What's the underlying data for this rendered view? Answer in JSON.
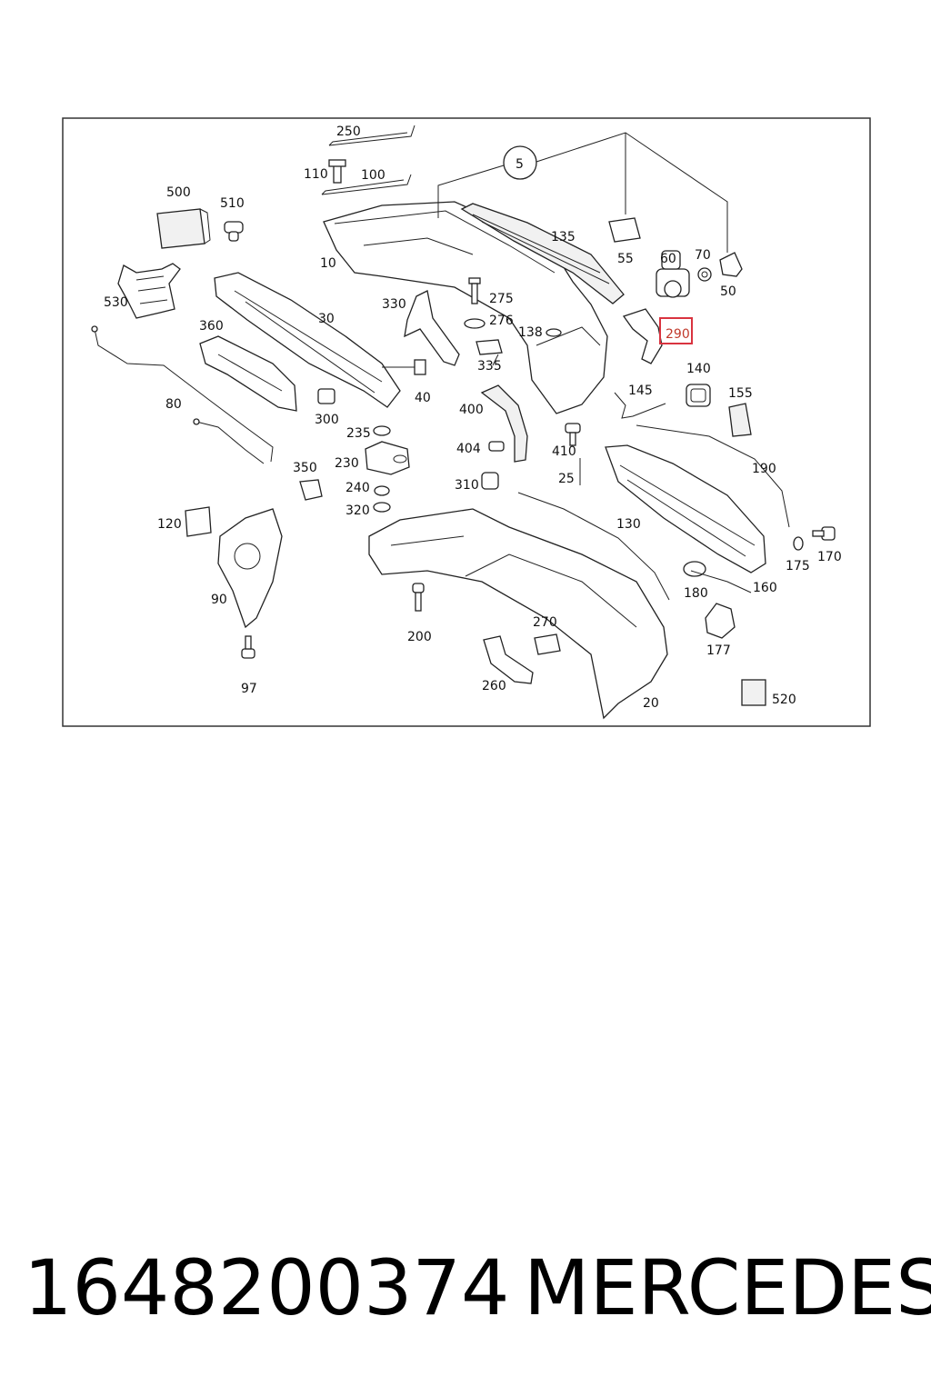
{
  "diagram": {
    "highlight_color": "#d9333f",
    "callouts": [
      {
        "id": "p250",
        "text": "250"
      },
      {
        "id": "p110",
        "text": "110"
      },
      {
        "id": "p100",
        "text": "100"
      },
      {
        "id": "p5",
        "text": "5"
      },
      {
        "id": "p500",
        "text": "500"
      },
      {
        "id": "p510",
        "text": "510"
      },
      {
        "id": "p10",
        "text": "10"
      },
      {
        "id": "p135",
        "text": "135"
      },
      {
        "id": "p55",
        "text": "55"
      },
      {
        "id": "p60",
        "text": "60"
      },
      {
        "id": "p70",
        "text": "70"
      },
      {
        "id": "p50",
        "text": "50"
      },
      {
        "id": "p530",
        "text": "530"
      },
      {
        "id": "p330",
        "text": "330"
      },
      {
        "id": "p275",
        "text": "275"
      },
      {
        "id": "p276",
        "text": "276"
      },
      {
        "id": "p30",
        "text": "30"
      },
      {
        "id": "p360",
        "text": "360"
      },
      {
        "id": "p138",
        "text": "138"
      },
      {
        "id": "p290",
        "text": "290",
        "highlighted": true
      },
      {
        "id": "p335",
        "text": "335"
      },
      {
        "id": "p140",
        "text": "140"
      },
      {
        "id": "p80",
        "text": "80"
      },
      {
        "id": "p40",
        "text": "40"
      },
      {
        "id": "p145",
        "text": "145"
      },
      {
        "id": "p155",
        "text": "155"
      },
      {
        "id": "p400",
        "text": "400"
      },
      {
        "id": "p300",
        "text": "300"
      },
      {
        "id": "p235",
        "text": "235"
      },
      {
        "id": "p404",
        "text": "404"
      },
      {
        "id": "p410",
        "text": "410"
      },
      {
        "id": "p230",
        "text": "230"
      },
      {
        "id": "p190",
        "text": "190"
      },
      {
        "id": "p350",
        "text": "350"
      },
      {
        "id": "p25",
        "text": "25"
      },
      {
        "id": "p240",
        "text": "240"
      },
      {
        "id": "p310",
        "text": "310"
      },
      {
        "id": "p320",
        "text": "320"
      },
      {
        "id": "p120",
        "text": "120"
      },
      {
        "id": "p130",
        "text": "130"
      },
      {
        "id": "p175",
        "text": "175"
      },
      {
        "id": "p170",
        "text": "170"
      },
      {
        "id": "p160",
        "text": "160"
      },
      {
        "id": "p180",
        "text": "180"
      },
      {
        "id": "p90",
        "text": "90"
      },
      {
        "id": "p200",
        "text": "200"
      },
      {
        "id": "p270",
        "text": "270"
      },
      {
        "id": "p177",
        "text": "177"
      },
      {
        "id": "p97",
        "text": "97"
      },
      {
        "id": "p260",
        "text": "260"
      },
      {
        "id": "p20",
        "text": "20"
      },
      {
        "id": "p520",
        "text": "520"
      }
    ]
  },
  "footer": {
    "part_number": "1648200374",
    "brand": "MERCEDES"
  }
}
